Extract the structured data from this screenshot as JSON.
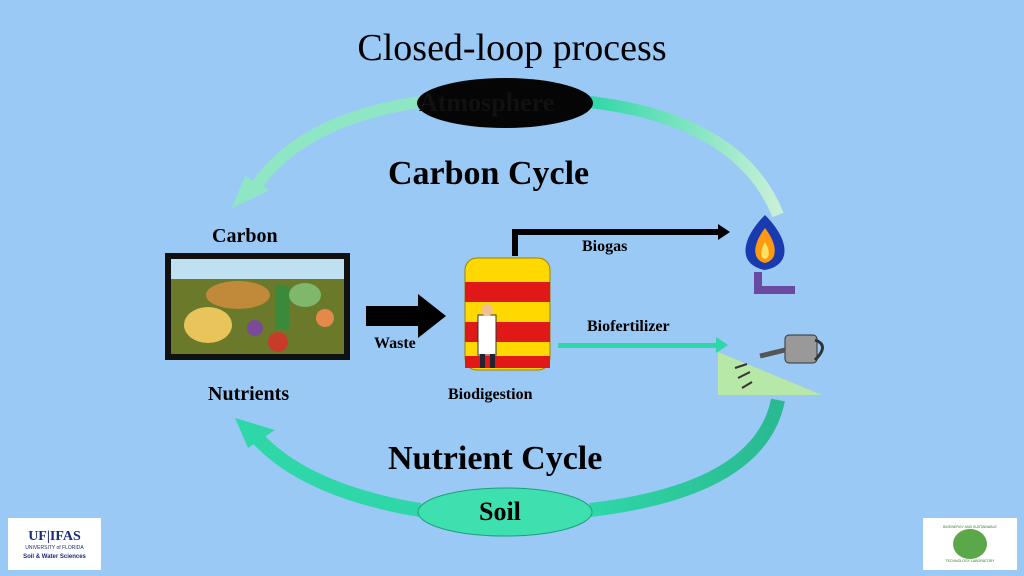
{
  "title": "Closed-loop process",
  "atmosphere": "Atmosphere",
  "carbon_cycle": "Carbon Cycle",
  "nutrient_cycle": "Nutrient Cycle",
  "carbon": "Carbon",
  "nutrients": "Nutrients",
  "waste": "Waste",
  "biodigestion": "Biodigestion",
  "biogas": "Biogas",
  "biofertilizer": "Biofertilizer",
  "soil": "Soil",
  "logo_left": {
    "main": "UF|IFAS",
    "sub": "UNIVERSITY of FLORIDA",
    "dept": "Soil & Water Sciences"
  },
  "logo_right": {
    "top": "BIOENERGY AND SUSTAINABLE",
    "bottom": "TECHNOLOGY LABORATORY"
  },
  "colors": {
    "background": "#9ac9f6",
    "arrow_teal": "#2ecfa0",
    "oval_soil": "#3fe0b0"
  }
}
